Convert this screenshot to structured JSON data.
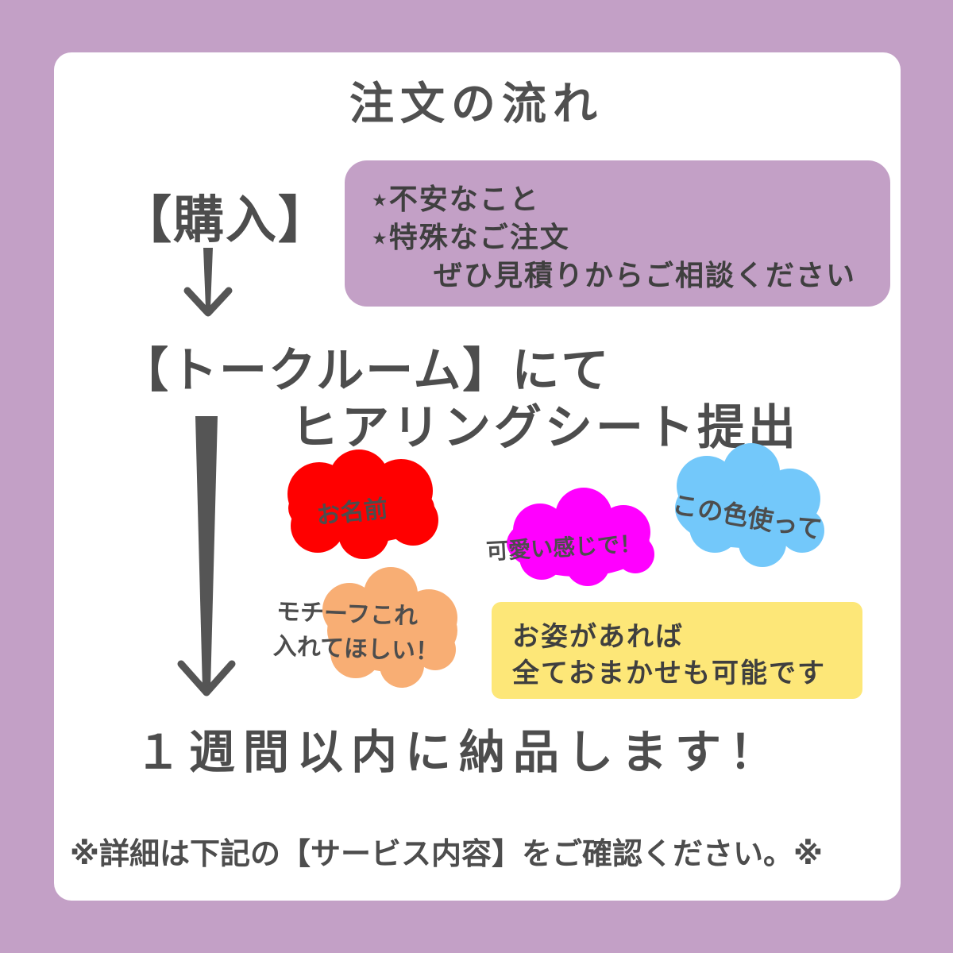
{
  "title": "注文の流れ",
  "steps": {
    "purchase": "【購入】",
    "talkroom_line1": "【トークルーム】にて",
    "talkroom_line2": "ヒアリングシート提出",
    "delivery": "１週間以内に納品します！"
  },
  "note_box": {
    "star_icon": "★",
    "line1": "不安なこと",
    "line2": "特殊なご注文",
    "line3": "ぜひ見積りからご相談ください",
    "color": "#c3a0c6"
  },
  "bubbles": {
    "name": {
      "text": "お名前",
      "color": "#ff0000"
    },
    "cute": {
      "text": "可愛い感じで！",
      "color": "#ff00ff"
    },
    "color_use": {
      "text": "この色使って",
      "color": "#73c8fa"
    },
    "motif_line1": "モチーフこれ",
    "motif_line2": "入れてほしい！",
    "motif_color": "#f8ae74"
  },
  "yellow_box": {
    "line1": "お姿があれば",
    "line2": "全ておまかせも可能です",
    "color": "#fde778"
  },
  "footnote": "※詳細は下記の【サービス内容】をご確認ください。※",
  "colors": {
    "background": "#c3a0c6",
    "card": "#ffffff",
    "text": "#4d4d4d",
    "arrow": "#555555"
  }
}
